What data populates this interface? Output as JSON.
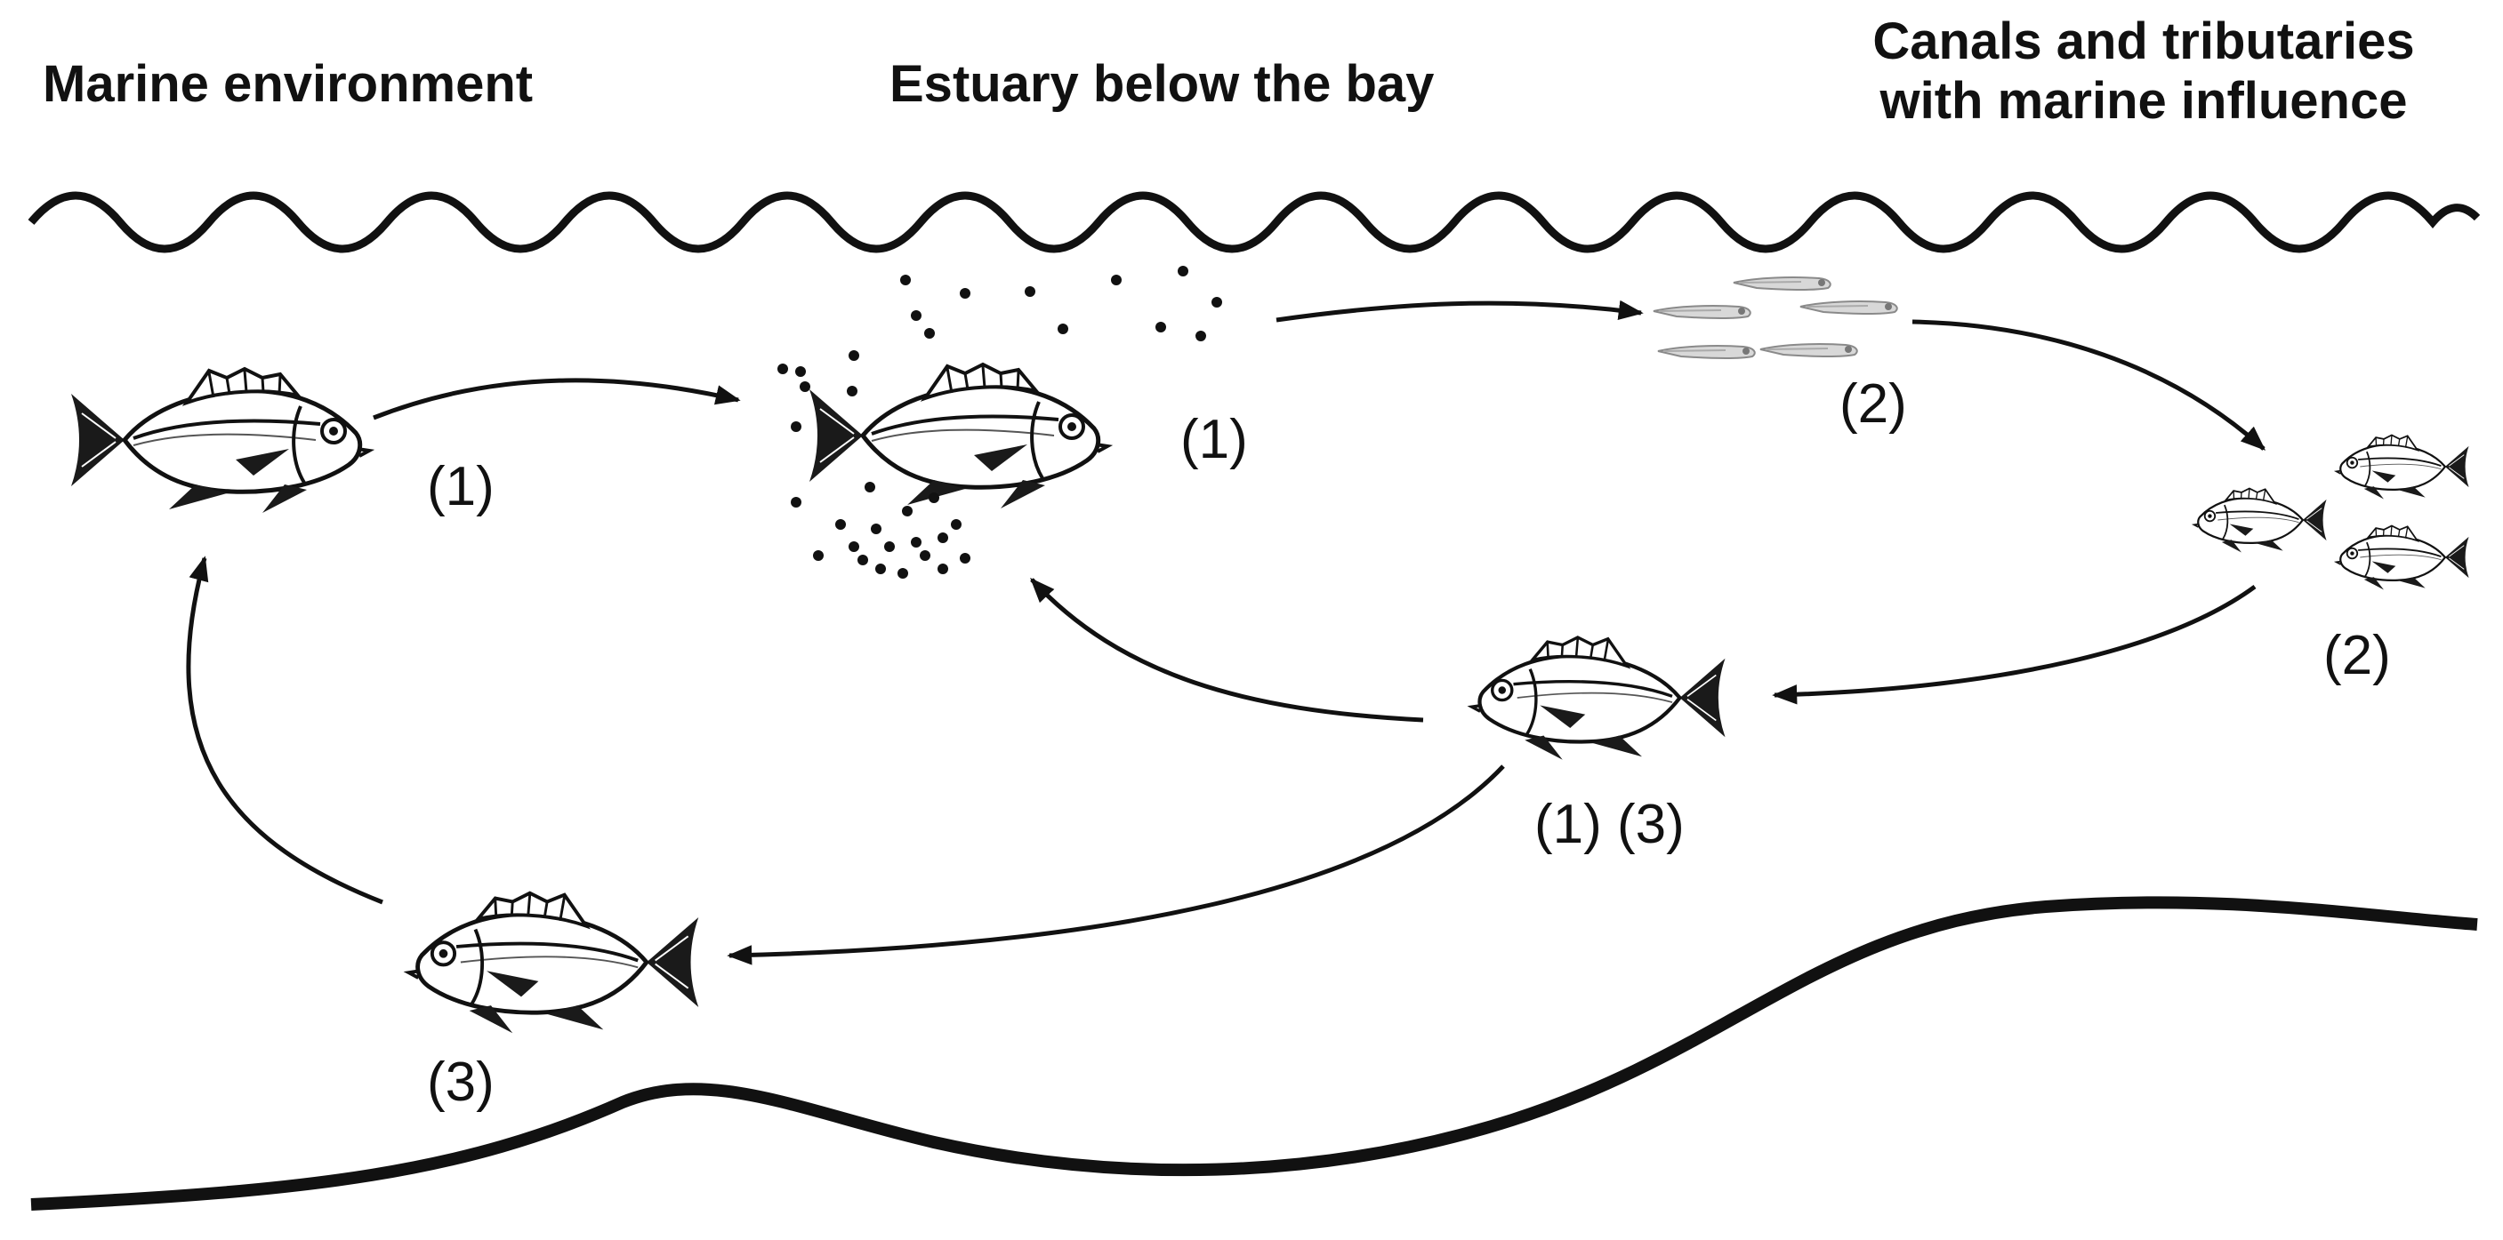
{
  "headings": {
    "marine": "Marine environment",
    "estuary": "Estuary below the bay",
    "canals_line1": "Canals and tributaries",
    "canals_line2": "with marine influence"
  },
  "labels": {
    "adult_marine": "(1)",
    "adult_spawning": "(1)",
    "larvae": "(2)",
    "juveniles": "(2)",
    "subadult": "(1) (3)",
    "returning_adult": "(3)"
  },
  "colors": {
    "ink": "#111111",
    "paper": "#ffffff",
    "larva": "#9a9a9a"
  },
  "icons": [
    "fish-icon",
    "egg-dots-icon",
    "larva-icon",
    "arrow-icon"
  ]
}
